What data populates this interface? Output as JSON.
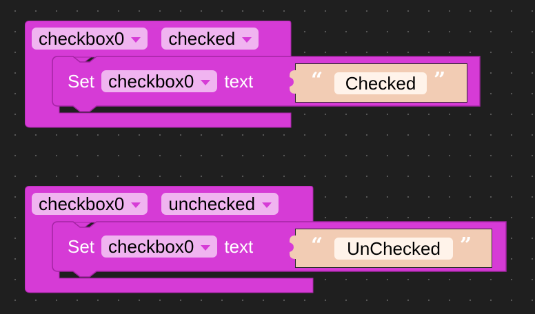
{
  "colors": {
    "block": "#d63bd6",
    "block_dark": "#a424a4",
    "dropdown_bg": "#f0b4f0",
    "string_bg": "#f2ccb4",
    "workspace_bg": "#1f1f1f"
  },
  "blocks": [
    {
      "component": "checkbox0",
      "event": "checked",
      "action": {
        "set_label": "Set",
        "target": "checkbox0",
        "property": "text",
        "open_quote": "“",
        "value": "Checked",
        "close_quote": "”"
      }
    },
    {
      "component": "checkbox0",
      "event": "unchecked",
      "action": {
        "set_label": "Set",
        "target": "checkbox0",
        "property": "text",
        "open_quote": "“",
        "value": "UnChecked",
        "close_quote": "”"
      }
    }
  ]
}
